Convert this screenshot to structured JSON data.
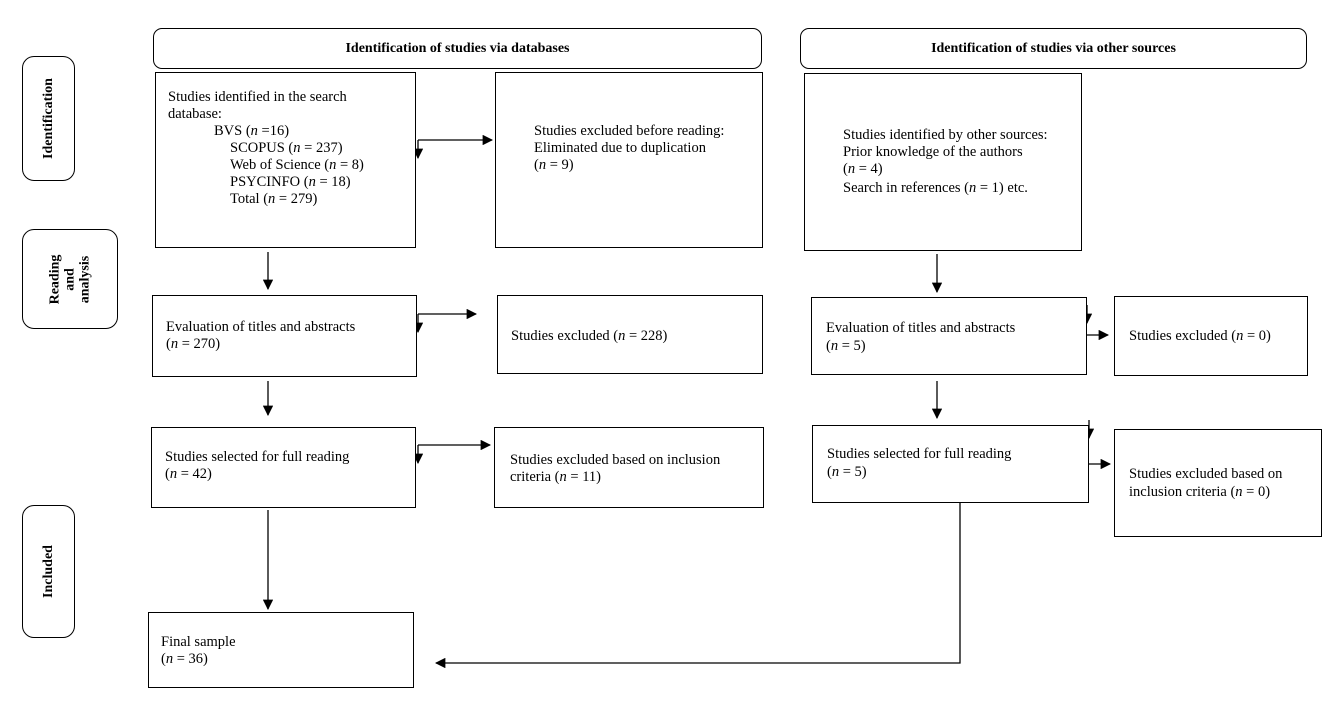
{
  "headers": {
    "databases": "Identification of studies via databases",
    "other": "Identification of studies via other sources"
  },
  "stages": {
    "identification": "Identification",
    "reading_l1": "Reading",
    "reading_l2": "and",
    "reading_l3": "analysis",
    "included": "Included"
  },
  "db_identified": {
    "title_l1": "Studies identified in the search",
    "title_l2": "database:",
    "items": [
      {
        "name": "BVS (",
        "n": "n",
        "rest": " =16)"
      },
      {
        "name": "SCOPUS (",
        "n": "n",
        "rest": " = 237)"
      },
      {
        "name": "Web of Science (",
        "n": "n",
        "rest": " = 8)"
      },
      {
        "name": "PSYCINFO (",
        "n": "n",
        "rest": " = 18)"
      },
      {
        "name": "Total (",
        "n": "n",
        "rest": " = 279)"
      }
    ]
  },
  "db_excluded_before": {
    "l1": "Studies excluded before reading:",
    "l2": "Eliminated due to duplication",
    "l3a": "(",
    "l3n": "n",
    "l3b": " = 9)"
  },
  "db_eval": {
    "l1": "Evaluation of titles and abstracts",
    "l2a": "(",
    "l2n": "n",
    "l2b": " = 270)"
  },
  "db_excluded_eval": {
    "a": "Studies excluded (",
    "n": "n",
    "b": " = 228)"
  },
  "db_selected": {
    "l1": "Studies selected for full reading",
    "l2a": "(",
    "l2n": "n",
    "l2b": " = 42)"
  },
  "db_excluded_criteria": {
    "l1": "Studies excluded based on inclusion",
    "l2a": "criteria (",
    "l2n": "n",
    "l2b": " = 11)"
  },
  "final": {
    "l1": "Final sample",
    "l2a": "(",
    "l2n": "n",
    "l2b": " = 36)"
  },
  "other_identified": {
    "l1": "Studies identified by other sources:",
    "l2": "Prior knowledge of the authors",
    "l3a": "(",
    "l3n": "n",
    "l3b": " = 4)",
    "l4a": "Search in references (",
    "l4n": "n",
    "l4b": " = 1) etc."
  },
  "other_eval": {
    "l1": "Evaluation of titles and abstracts",
    "l2a": "(",
    "l2n": "n",
    "l2b": " = 5)"
  },
  "other_excluded_eval": {
    "a": "Studies excluded (",
    "n": "n",
    "b": " = 0)"
  },
  "other_selected": {
    "l1": "Studies selected for full reading",
    "l2a": "(",
    "l2n": "n",
    "l2b": " = 5)"
  },
  "other_excluded_criteria": {
    "l1": "Studies excluded based on",
    "l2a": "inclusion criteria (",
    "l2n": "n",
    "l2b": " = 0)"
  }
}
